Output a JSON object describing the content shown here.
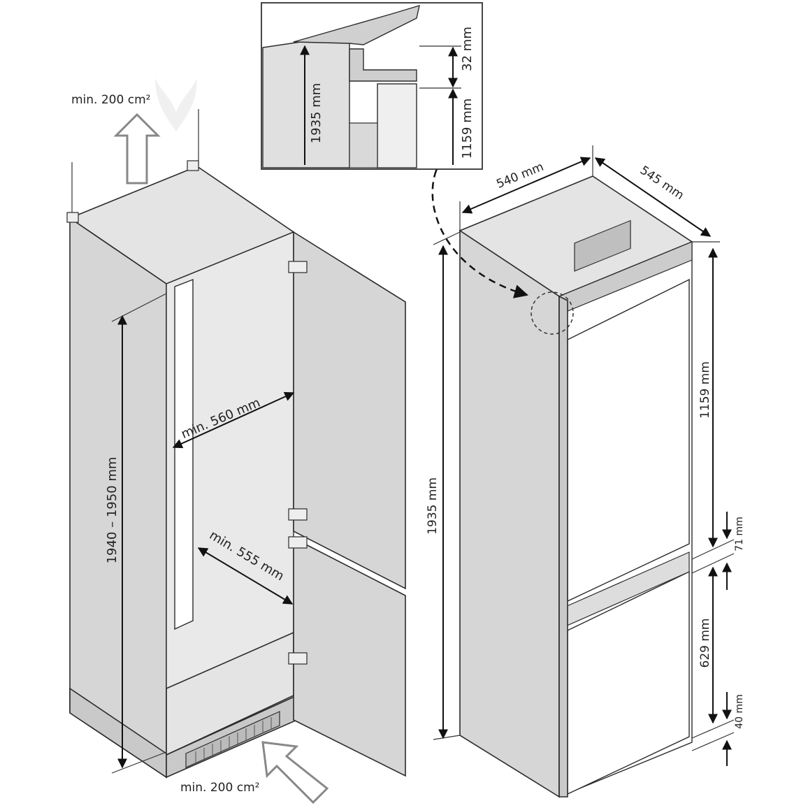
{
  "labels": {
    "vent_top": "min. 200 cm²",
    "vent_bottom": "min. 200 cm²",
    "niche_height": "1940 – 1950 mm",
    "niche_width": "min. 560 mm",
    "niche_depth": "min. 555 mm",
    "detail_height": "1935 mm",
    "detail_gap": "32 mm",
    "detail_door": "1159 mm",
    "unit_width": "540 mm",
    "unit_depth": "545 mm",
    "unit_height": "1935 mm",
    "upper_door": "1159 mm",
    "mid_gap": "71 mm",
    "lower_door": "629 mm",
    "bottom_gap": "40 mm"
  },
  "colors": {
    "panel": "#d6d6d6",
    "line": "#2b2b2b",
    "vent_arrow": "#888888"
  }
}
